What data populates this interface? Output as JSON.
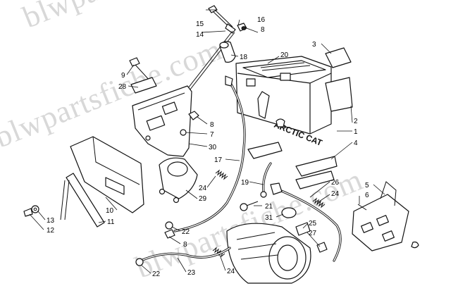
{
  "watermark": "blwpartsfiche.com",
  "battery_brand": "ARCTIC CAT",
  "callouts": [
    "15",
    "16",
    "8",
    "14",
    "18",
    "3",
    "20",
    "9",
    "28",
    "2",
    "8",
    "7",
    "1",
    "30",
    "4",
    "17",
    "24",
    "19",
    "26",
    "24",
    "5",
    "6",
    "21",
    "13",
    "12",
    "10",
    "11",
    "29",
    "22",
    "31",
    "25",
    "27",
    "8",
    "22",
    "23",
    "24"
  ]
}
